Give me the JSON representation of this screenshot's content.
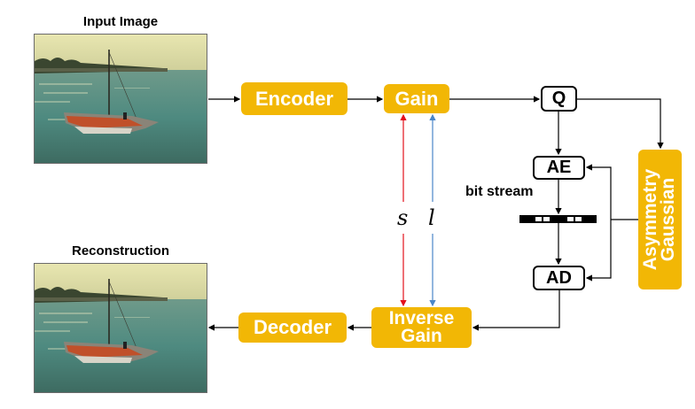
{
  "diagram": {
    "input_title": "Input Image",
    "reconstruction_title": "Reconstruction",
    "blocks": {
      "encoder": "Encoder",
      "gain": "Gain",
      "quantizer": "Q",
      "arithmetic_encoder": "AE",
      "arithmetic_decoder": "AD",
      "entropy_model_line1": "Asymmetry",
      "entropy_model_line2": "Gaussian",
      "inverse_gain_line1": "Inverse",
      "inverse_gain_line2": "Gain",
      "decoder": "Decoder"
    },
    "labels": {
      "bit_stream": "bit stream",
      "s": "s",
      "l": "l"
    },
    "colors": {
      "block_fill": "#f2b705",
      "s_arrow": "#e3101c",
      "l_arrow": "#4a86c8",
      "flow": "#000000"
    }
  }
}
